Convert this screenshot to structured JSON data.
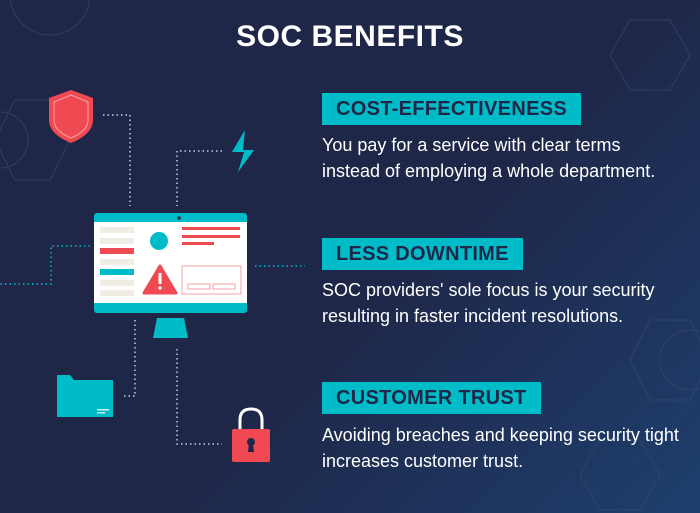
{
  "title": "SOC BENEFITS",
  "benefits": [
    {
      "label": "COST-EFFECTIVENESS",
      "text": "You pay for a service with clear terms instead of employing a whole department."
    },
    {
      "label": "LESS DOWNTIME",
      "text": "SOC providers' sole focus is your security resulting in faster incident resolutions."
    },
    {
      "label": "CUSTOMER TRUST",
      "text": "Avoiding breaches and keeping security tight increases customer trust."
    }
  ],
  "colors": {
    "background": "#1f2647",
    "accent_teal": "#00bcc9",
    "accent_red": "#ef4a52"
  },
  "icons": [
    "shield-icon",
    "lightning-bolt-icon",
    "monitor-icon",
    "warning-icon",
    "folder-icon",
    "padlock-icon"
  ]
}
